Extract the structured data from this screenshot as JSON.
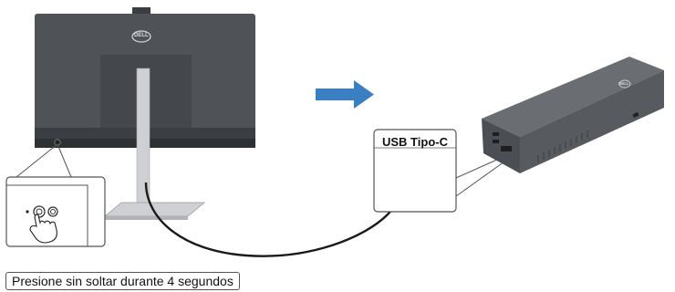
{
  "monitor": {
    "brand": "DELL"
  },
  "dock": {
    "brand": "DELL"
  },
  "connector_label": "USB Tipo-C",
  "caption": "Presione sin soltar durante 4 segundos",
  "colors": {
    "arrow": "#3a7fc1",
    "monitor_body": "#4a4d52",
    "monitor_dark": "#2f3236",
    "stand": "#c9cacd",
    "dock": "#595c60",
    "cable": "#1a1a1a"
  }
}
